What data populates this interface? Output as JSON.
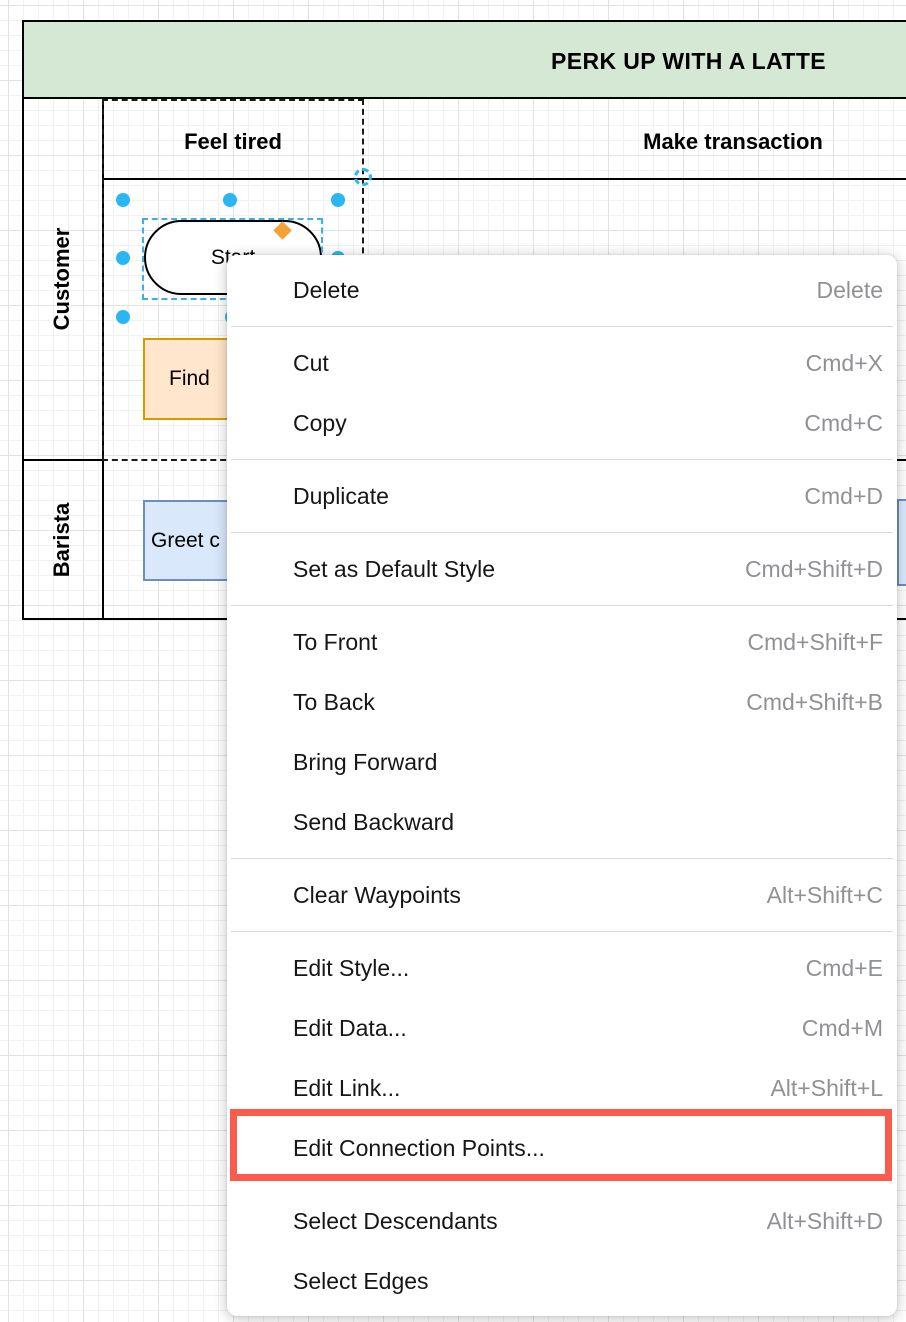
{
  "colors": {
    "annotation_red": "#FB5B4C",
    "selection_handle_blue": "#29B6F2",
    "pool_title_green": "#D5E8D4",
    "process_orange_fill": "#FFE6CC",
    "process_orange_stroke": "#D79B00",
    "process_blue_fill": "#DAE8FC",
    "process_blue_stroke": "#6C8EBF",
    "special_handle_orange": "#F2A236"
  },
  "diagram": {
    "title": "PERK UP WITH A LATTE",
    "phases": [
      {
        "label": "Feel tired"
      },
      {
        "label": "Make transaction"
      }
    ],
    "lanes": [
      {
        "label": "Customer"
      },
      {
        "label": "Barista"
      }
    ],
    "shapes": {
      "start_oval": {
        "label": "Start"
      },
      "find_box": {
        "label": "Find"
      },
      "greet_box": {
        "label": "Greet c"
      }
    }
  },
  "context_menu": {
    "items": [
      {
        "type": "item",
        "label": "Delete",
        "shortcut": "Delete"
      },
      {
        "type": "separator"
      },
      {
        "type": "item",
        "label": "Cut",
        "shortcut": "Cmd+X"
      },
      {
        "type": "item",
        "label": "Copy",
        "shortcut": "Cmd+C"
      },
      {
        "type": "separator"
      },
      {
        "type": "item",
        "label": "Duplicate",
        "shortcut": "Cmd+D"
      },
      {
        "type": "separator"
      },
      {
        "type": "item",
        "label": "Set as Default Style",
        "shortcut": "Cmd+Shift+D"
      },
      {
        "type": "separator"
      },
      {
        "type": "item",
        "label": "To Front",
        "shortcut": "Cmd+Shift+F"
      },
      {
        "type": "item",
        "label": "To Back",
        "shortcut": "Cmd+Shift+B"
      },
      {
        "type": "item",
        "label": "Bring Forward",
        "shortcut": ""
      },
      {
        "type": "item",
        "label": "Send Backward",
        "shortcut": ""
      },
      {
        "type": "separator"
      },
      {
        "type": "item",
        "label": "Clear Waypoints",
        "shortcut": "Alt+Shift+C"
      },
      {
        "type": "separator"
      },
      {
        "type": "item",
        "label": "Edit Style...",
        "shortcut": "Cmd+E"
      },
      {
        "type": "item",
        "label": "Edit Data...",
        "shortcut": "Cmd+M"
      },
      {
        "type": "item",
        "label": "Edit Link...",
        "shortcut": "Alt+Shift+L"
      },
      {
        "type": "item",
        "label": "Edit Connection Points...",
        "shortcut": "",
        "highlighted": true
      },
      {
        "type": "spacer"
      },
      {
        "type": "item",
        "label": "Select Descendants",
        "shortcut": "Alt+Shift+D"
      },
      {
        "type": "item",
        "label": "Select Edges",
        "shortcut": ""
      }
    ]
  }
}
